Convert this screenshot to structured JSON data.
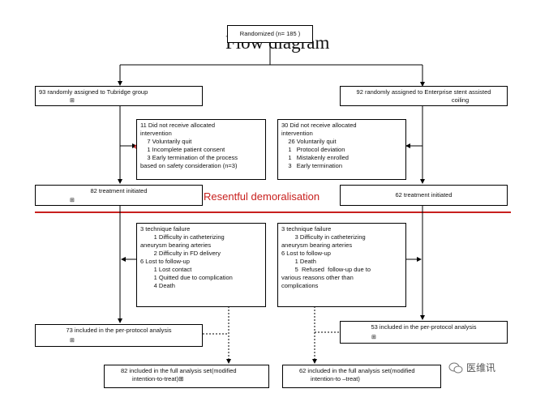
{
  "diagram": {
    "title": "Flow diagram",
    "randomized": "Randomized (n= 185 )",
    "tubridge_assigned": "93 randomly assigned to Tubridge group",
    "enterprise_assigned": [
      "92 randomly assigned to Enterprise stent assisted",
      "coiling"
    ],
    "left_excluded": [
      "11 Did not receive allocated",
      "intervention",
      "    7 Voluntarily quit",
      "    1 Incomplete patient consent",
      "    3 Early termination of the process",
      "based on safety consideration (n=3)"
    ],
    "right_excluded": [
      "30 Did not receive allocated",
      "intervention",
      "    26 Voluntarily quit",
      "    1   Protocol deviation",
      "    1   Mistakenly enrolled",
      "    3   Early termination"
    ],
    "left_treatment": "82 treatment initiated",
    "right_treatment": "62 treatment initiated",
    "red_label": "Resentful demoralisation",
    "left_failures": [
      "3 technique failure",
      "        1 Difficulty in catheterizing",
      "aneurysm bearing arteries",
      "        2 Difficulty in FD delivery",
      "",
      "6 Lost to follow-up",
      "        1 Lost contact",
      "        1 Quitted due to complication",
      "        4 Death"
    ],
    "right_failures": [
      "3 technique failure",
      "        3 Difficulty in catheterizing",
      "aneurysm bearing arteries",
      "",
      "6 Lost to follow-up",
      "        1 Death",
      "        5  Refused  follow-up due to",
      "various reasons other than",
      "complications"
    ],
    "left_pp": "73 included in the per-protocol analysis",
    "right_pp": "53 included in the per-protocol analysis",
    "left_fas": [
      "82 included in the full analysis set(modified",
      "intention-to-treat)"
    ],
    "right_fas": [
      "62 included in the full analysis set(modified",
      "intention-to –treat)"
    ],
    "marker": "⊞",
    "watermark": "医维讯"
  },
  "colors": {
    "red": "#c8201e",
    "line": "#000000"
  }
}
